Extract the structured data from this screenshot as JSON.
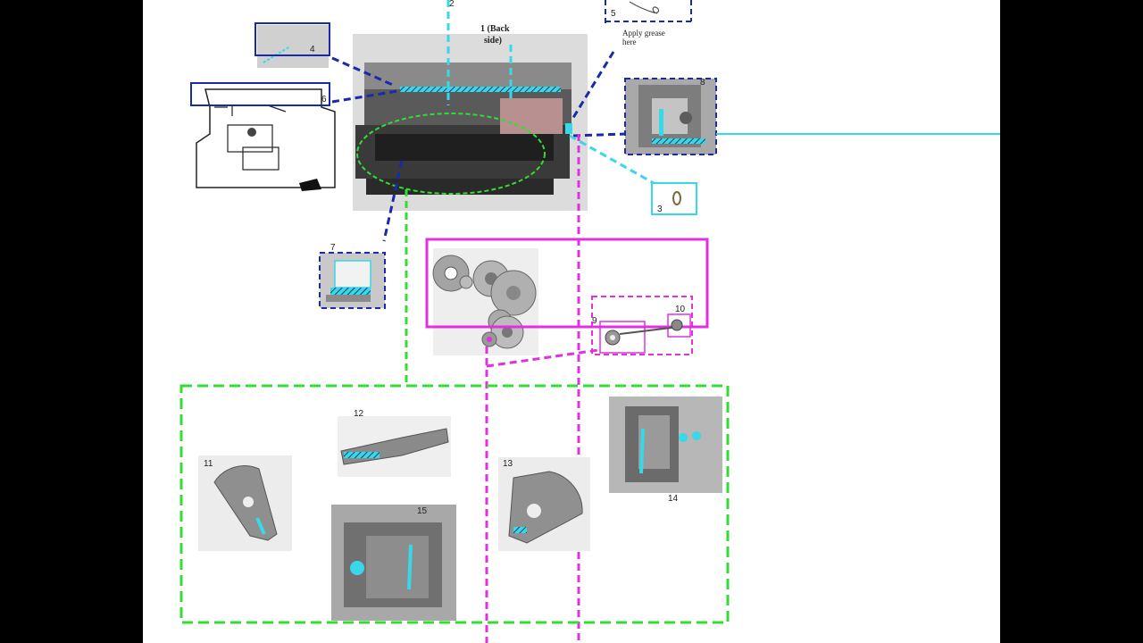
{
  "diagram": {
    "labels": {
      "back_side": [
        "1 (Back",
        "side)"
      ],
      "top_callout": "2",
      "spring": "5",
      "apply_grease": [
        "Apply grease",
        "here"
      ],
      "part4": "4",
      "part6": "6",
      "part8": "8",
      "part3": "3",
      "part7": "7",
      "part9": "9",
      "part10": "10",
      "part11": "11",
      "part12": "12",
      "part13": "13",
      "part14": "14",
      "part15": "15"
    },
    "colors": {
      "navy": "#1a2aa8",
      "cyan": "#37d8e8",
      "green": "#33dd33",
      "magenta": "#e030e0",
      "photo_bg": "#d9d9d9"
    }
  }
}
